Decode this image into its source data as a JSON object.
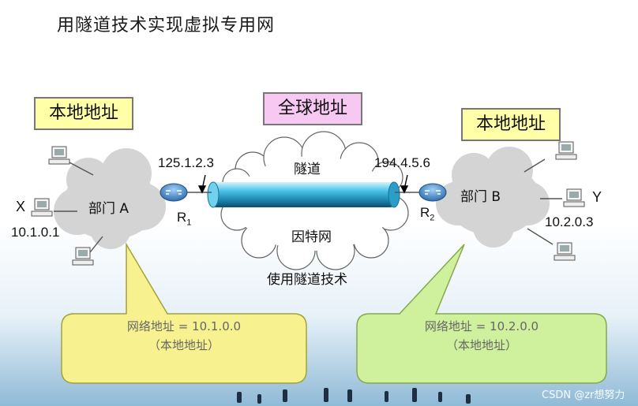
{
  "title": "用隧道技术实现虚拟专用网",
  "labels": {
    "local_left": "本地地址",
    "global": "全球地址",
    "local_right": "本地地址",
    "dept_a": "部门 A",
    "dept_b": "部门 B",
    "ip_r1": "125.1.2.3",
    "ip_r2": "194.4.5.6",
    "tunnel": "隧道",
    "internet": "因特网",
    "use_tunnel": "使用隧道技术",
    "host_x": "X",
    "host_x_ip": "10.1.0.1",
    "host_y": "Y",
    "host_y_ip": "10.2.0.3",
    "router1_name": "R",
    "router1_sub": "1",
    "router2_name": "R",
    "router2_sub": "2"
  },
  "callouts": {
    "left_line1": "网络地址 = 10.1.0.0",
    "left_line2": "（本地地址）",
    "right_line1": "网络地址 = 10.2.0.0",
    "right_line2": "（本地地址）"
  },
  "watermark": "CSDN @zr想努力",
  "colors": {
    "local_tag_bg": "#ffffa8",
    "global_tag_bg": "#f6c8f2",
    "callout_left": "#f6f28e",
    "callout_right": "#cdf09c",
    "tunnel_pipe": "#39b7dc",
    "router": "#3a82c6",
    "cloud": "#d9d9d9"
  }
}
